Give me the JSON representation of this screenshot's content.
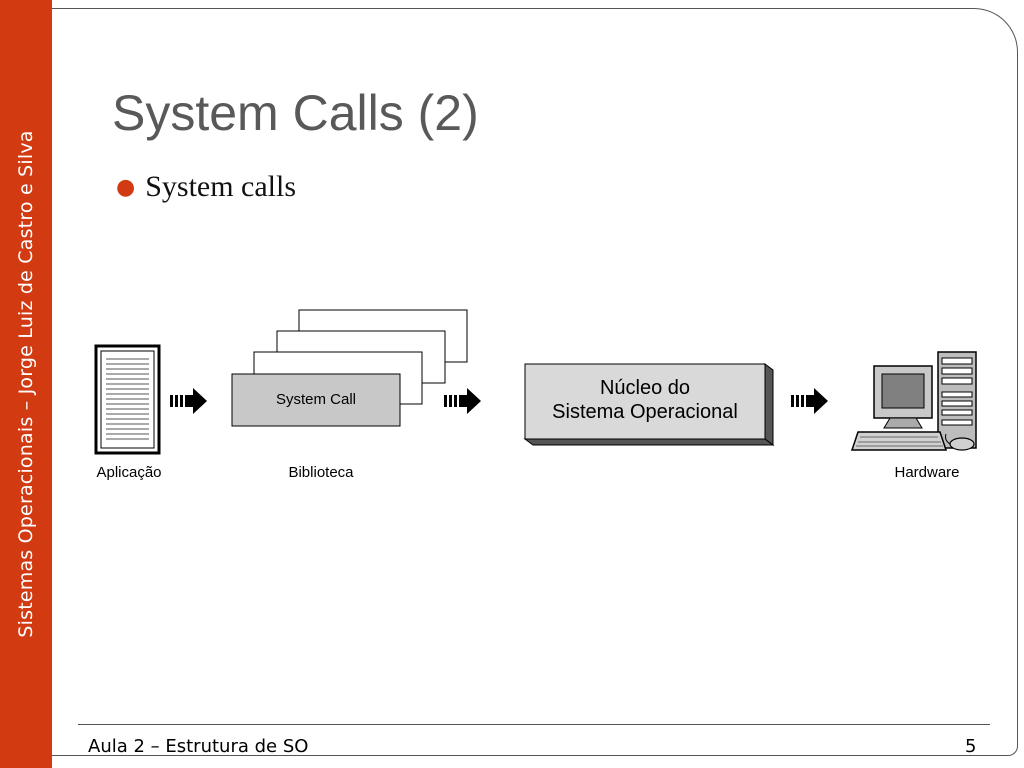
{
  "sidebar": {
    "text": "Sistemas Operacionais – Jorge Luiz de Castro e Silva"
  },
  "slide": {
    "title": "System Calls (2)",
    "bullets": [
      "System calls"
    ]
  },
  "diagram": {
    "application_label": "Aplicação",
    "library_label": "Biblioteca",
    "system_call_label": "System Call",
    "kernel_line1": "Núcleo do",
    "kernel_line2": "Sistema Operacional",
    "hardware_label": "Hardware"
  },
  "footer": {
    "left": "Aula 2 – Estrutura de SO",
    "page": "5"
  },
  "colors": {
    "accent": "#d23a12",
    "box_gray": "#c8c8c8",
    "kernel_gray": "#d9d9d9"
  }
}
